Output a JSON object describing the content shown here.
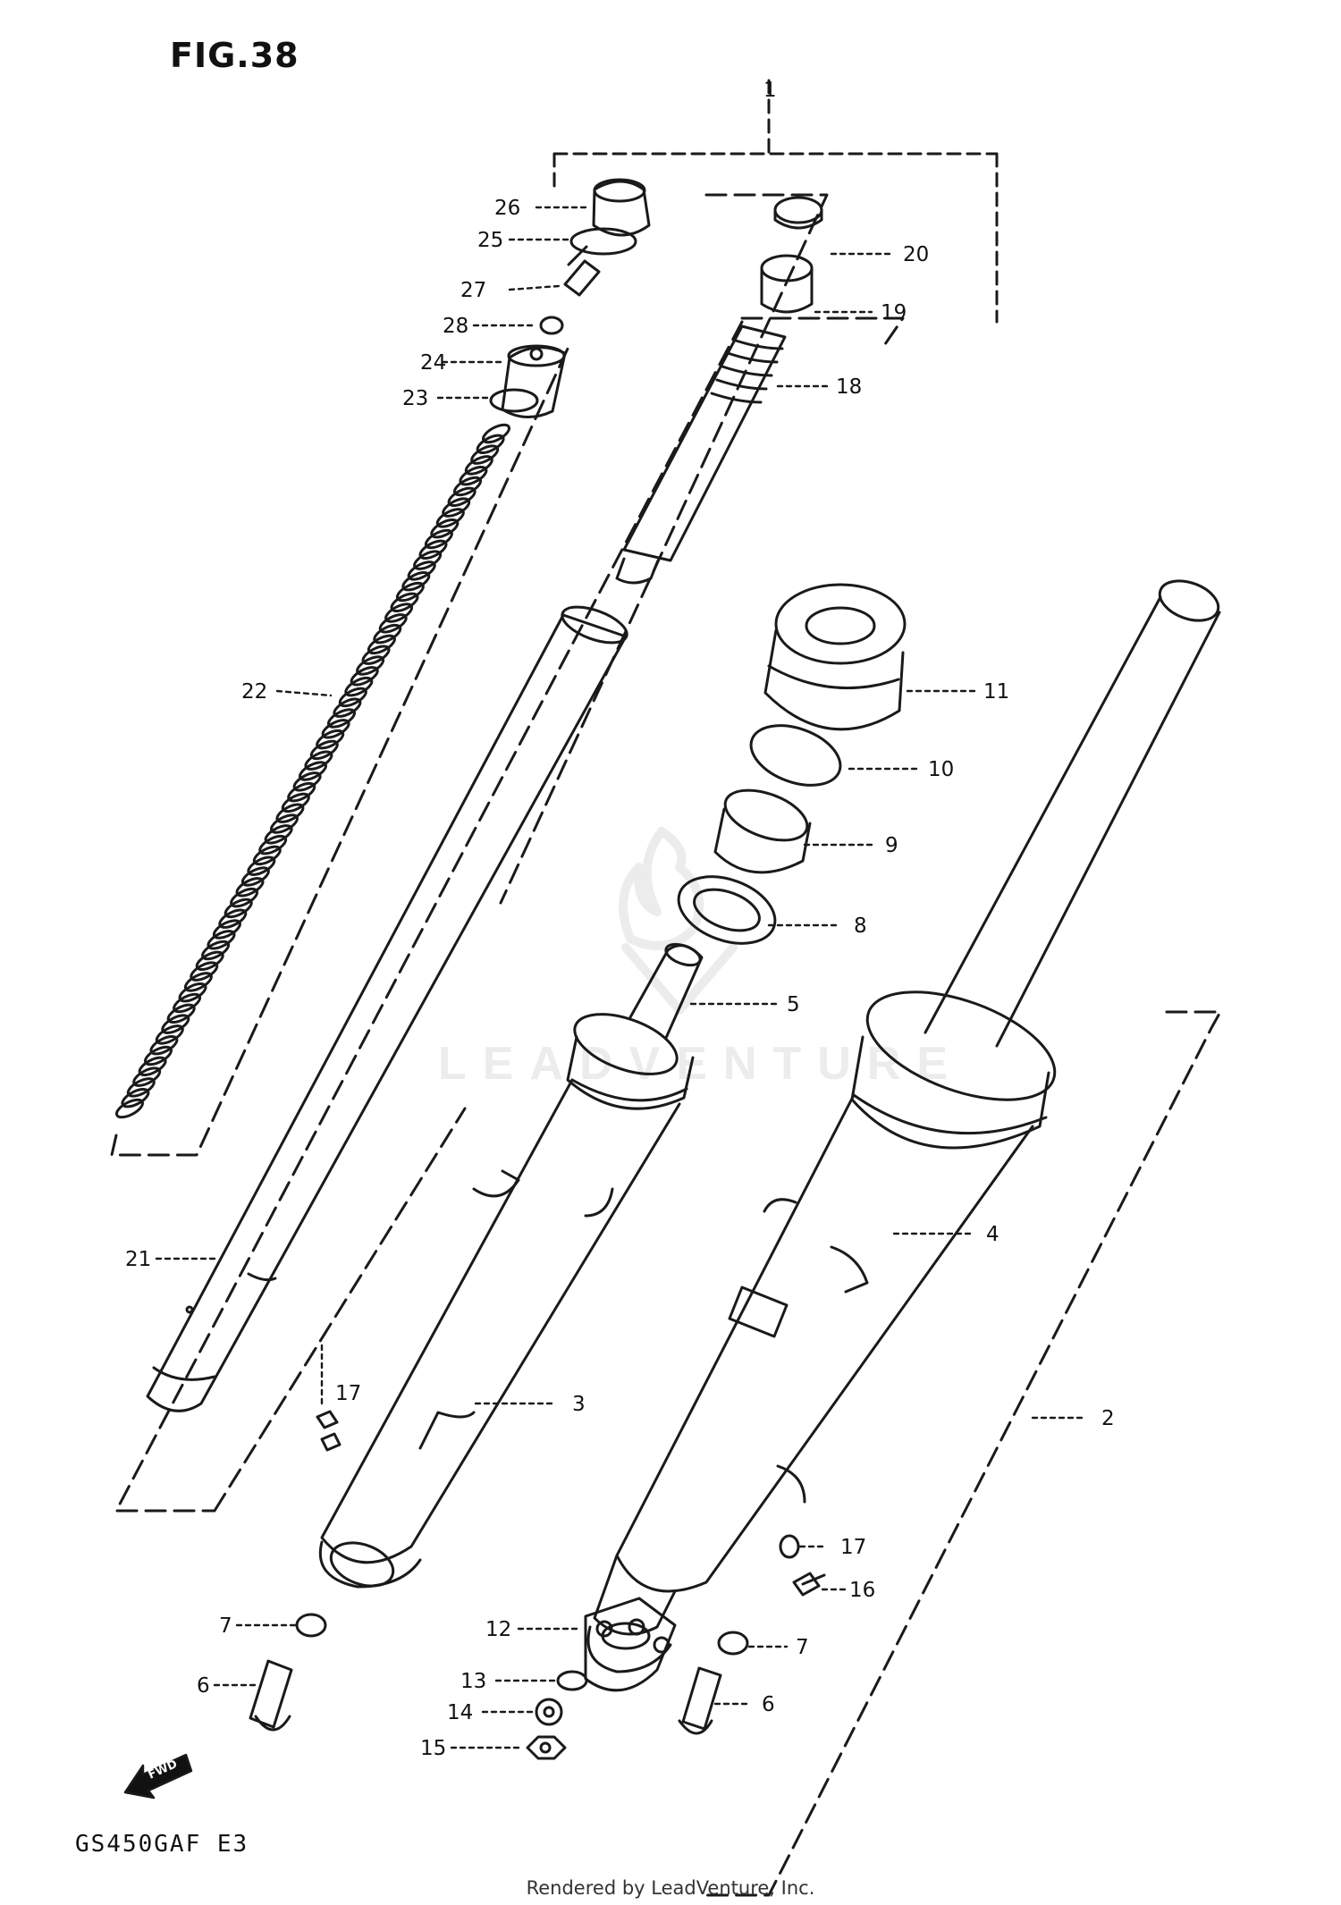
{
  "figure_title": "FIG.38",
  "model_code": "GS450GAF  E3",
  "footer": "Rendered by LeadVenture, Inc.",
  "watermark": "LEADVENTURE",
  "fwd_label": "FWD",
  "callouts": [
    {
      "id": "c1",
      "label": "1"
    },
    {
      "id": "c2",
      "label": "2"
    },
    {
      "id": "c3",
      "label": "3"
    },
    {
      "id": "c4",
      "label": "4"
    },
    {
      "id": "c5",
      "label": "5"
    },
    {
      "id": "c6a",
      "label": "6"
    },
    {
      "id": "c6b",
      "label": "6"
    },
    {
      "id": "c7a",
      "label": "7"
    },
    {
      "id": "c7b",
      "label": "7"
    },
    {
      "id": "c8",
      "label": "8"
    },
    {
      "id": "c9",
      "label": "9"
    },
    {
      "id": "c10",
      "label": "10"
    },
    {
      "id": "c11",
      "label": "11"
    },
    {
      "id": "c12",
      "label": "12"
    },
    {
      "id": "c13",
      "label": "13"
    },
    {
      "id": "c14",
      "label": "14"
    },
    {
      "id": "c15",
      "label": "15"
    },
    {
      "id": "c16",
      "label": "16"
    },
    {
      "id": "c17a",
      "label": "17"
    },
    {
      "id": "c17b",
      "label": "17"
    },
    {
      "id": "c18",
      "label": "18"
    },
    {
      "id": "c19",
      "label": "19"
    },
    {
      "id": "c20",
      "label": "20"
    },
    {
      "id": "c21",
      "label": "21"
    },
    {
      "id": "c22",
      "label": "22"
    },
    {
      "id": "c23",
      "label": "23"
    },
    {
      "id": "c24",
      "label": "24"
    },
    {
      "id": "c25",
      "label": "25"
    },
    {
      "id": "c26",
      "label": "26"
    },
    {
      "id": "c27",
      "label": "27"
    },
    {
      "id": "c28",
      "label": "28"
    }
  ]
}
